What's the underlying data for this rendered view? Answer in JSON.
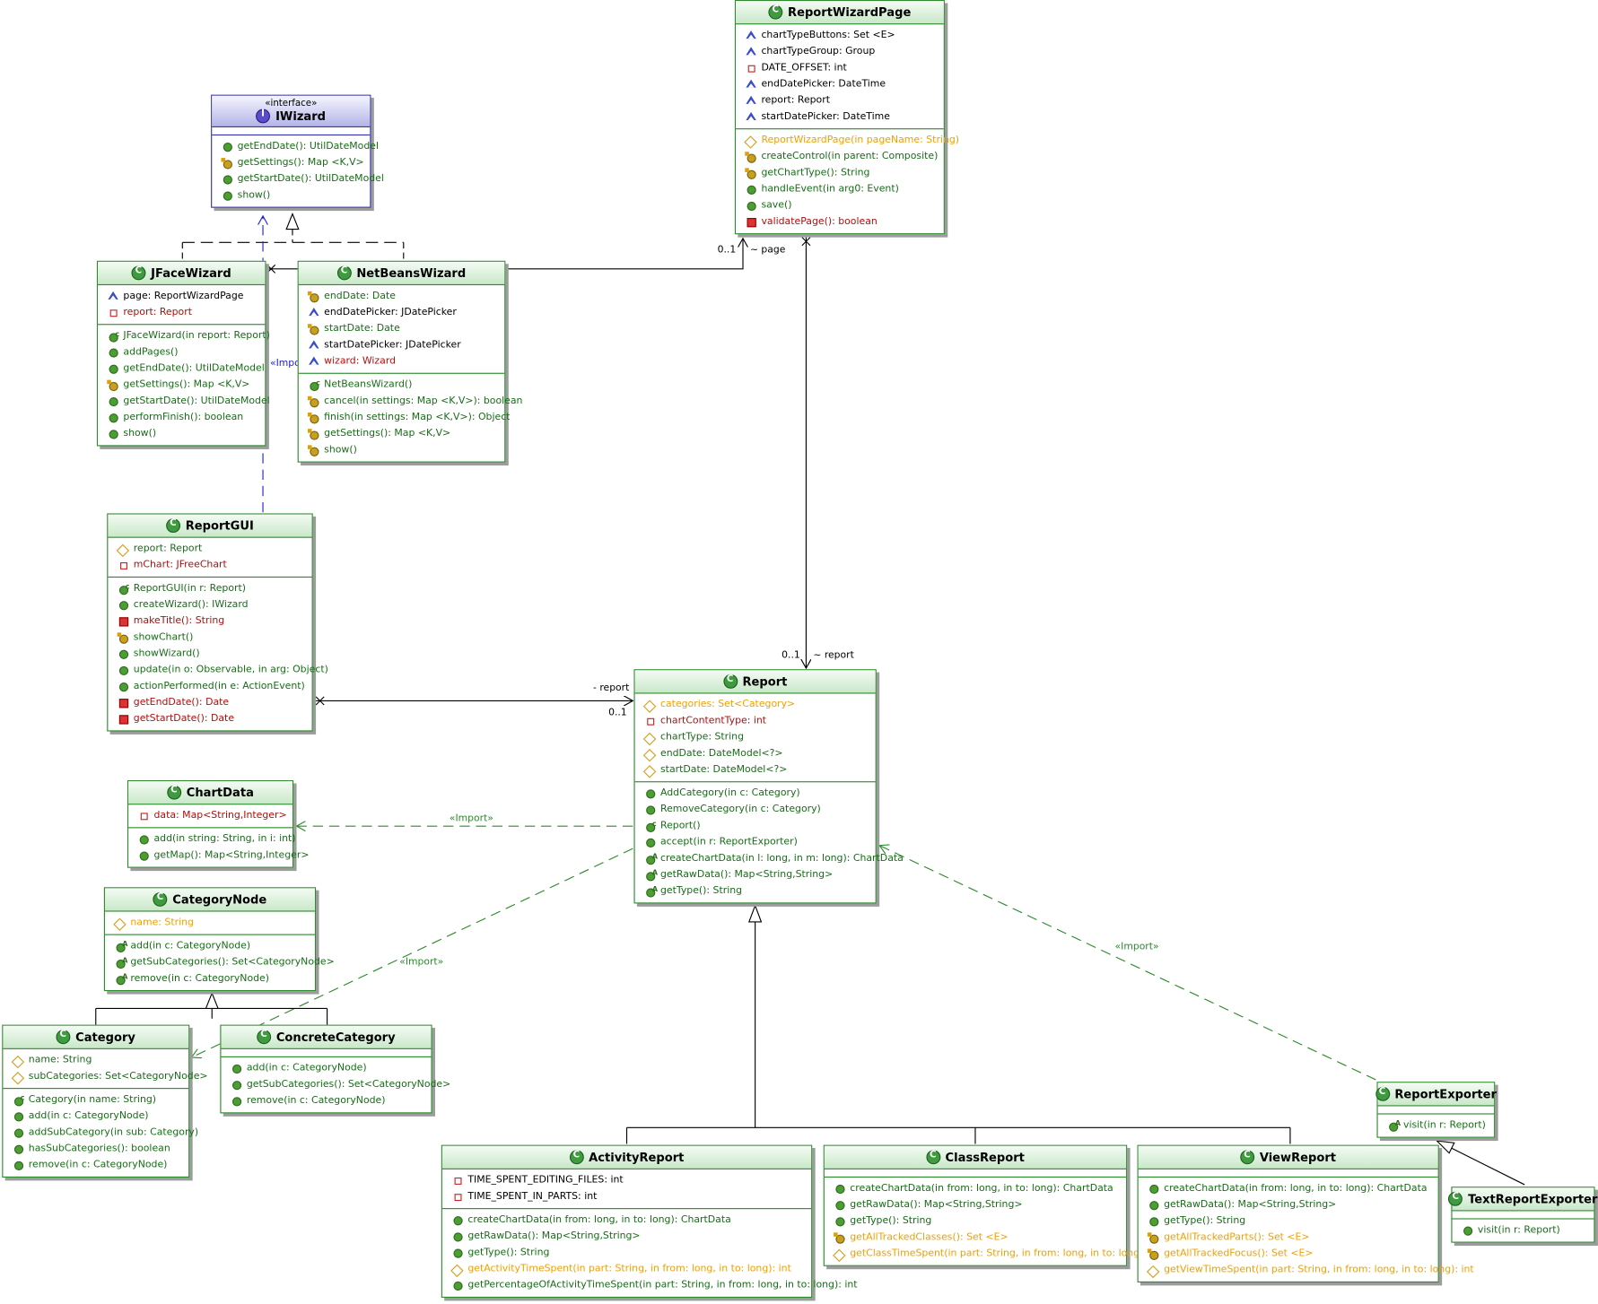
{
  "colors": {
    "class_border": "#2d8a2d",
    "interface_border": "#3333aa",
    "operation_text": "#1a6b1a",
    "protected_text": "#f0a000",
    "private_text": "#aa1111",
    "dependency_line": "#2d8a2d",
    "call_line": "#2222cc"
  },
  "classes": [
    {
      "id": "iwizard",
      "name": "IWizard",
      "stereotype": "«interface»",
      "kind": "interface",
      "attributes": [],
      "operations": [
        {
          "text": "getEndDate(): UtilDateModel",
          "icon": "public-method",
          "style": "op"
        },
        {
          "text": "getSettings(): Map <K,V>",
          "icon": "override-method",
          "style": "op"
        },
        {
          "text": "getStartDate(): UtilDateModel",
          "icon": "public-method",
          "style": "op"
        },
        {
          "text": "show()",
          "icon": "public-method",
          "style": "op"
        }
      ]
    },
    {
      "id": "reportwizardpage",
      "name": "ReportWizardPage",
      "stereotype": "",
      "kind": "class",
      "attributes": [
        {
          "text": "chartTypeButtons: Set <E>",
          "icon": "package-field",
          "style": "attr"
        },
        {
          "text": "chartTypeGroup: Group",
          "icon": "package-field",
          "style": "attr"
        },
        {
          "text": "DATE_OFFSET: int",
          "icon": "private-field",
          "style": "attr"
        },
        {
          "text": "endDatePicker: DateTime",
          "icon": "package-field",
          "style": "attr"
        },
        {
          "text": "report: Report",
          "icon": "package-field",
          "style": "attr"
        },
        {
          "text": "startDatePicker: DateTime",
          "icon": "package-field",
          "style": "attr"
        }
      ],
      "operations": [
        {
          "text": "ReportWizardPage(in pageName: String)",
          "icon": "protected-method",
          "style": "warn"
        },
        {
          "text": "createControl(in parent: Composite)",
          "icon": "override-method",
          "style": "op"
        },
        {
          "text": "getChartType(): String",
          "icon": "override-method",
          "style": "op"
        },
        {
          "text": "handleEvent(in arg0: Event)",
          "icon": "public-method",
          "style": "op"
        },
        {
          "text": "save()",
          "icon": "public-method",
          "style": "op"
        },
        {
          "text": "validatePage(): boolean",
          "icon": "private-method",
          "style": "priv"
        }
      ]
    },
    {
      "id": "jfacewizard",
      "name": "JFaceWizard",
      "stereotype": "",
      "kind": "class",
      "attributes": [
        {
          "text": "page: ReportWizardPage",
          "icon": "package-field",
          "style": "attr"
        },
        {
          "text": "report: Report",
          "icon": "private-field",
          "style": "priv"
        }
      ],
      "operations": [
        {
          "text": "JFaceWizard(in report: Report)",
          "icon": "constructor",
          "style": "op"
        },
        {
          "text": "addPages()",
          "icon": "public-method",
          "style": "op"
        },
        {
          "text": "getEndDate(): UtilDateModel",
          "icon": "public-method",
          "style": "op"
        },
        {
          "text": "getSettings(): Map <K,V>",
          "icon": "override-method",
          "style": "op"
        },
        {
          "text": "getStartDate(): UtilDateModel",
          "icon": "public-method",
          "style": "op"
        },
        {
          "text": "performFinish(): boolean",
          "icon": "public-method",
          "style": "op"
        },
        {
          "text": "show()",
          "icon": "public-method",
          "style": "op"
        }
      ]
    },
    {
      "id": "netbeanswizard",
      "name": "NetBeansWizard",
      "stereotype": "",
      "kind": "class",
      "attributes": [
        {
          "text": "endDate: Date",
          "icon": "override-method",
          "style": "op"
        },
        {
          "text": "endDatePicker: JDatePicker",
          "icon": "package-field",
          "style": "attr"
        },
        {
          "text": "startDate: Date",
          "icon": "override-method",
          "style": "op"
        },
        {
          "text": "startDatePicker: JDatePicker",
          "icon": "package-field",
          "style": "attr"
        },
        {
          "text": "wizard: Wizard",
          "icon": "package-field",
          "style": "priv"
        }
      ],
      "operations": [
        {
          "text": "NetBeansWizard()",
          "icon": "constructor",
          "style": "op"
        },
        {
          "text": "cancel(in settings: Map <K,V>): boolean",
          "icon": "override-method",
          "style": "op"
        },
        {
          "text": "finish(in settings: Map <K,V>): Object",
          "icon": "override-method",
          "style": "op"
        },
        {
          "text": "getSettings(): Map <K,V>",
          "icon": "override-method",
          "style": "op"
        },
        {
          "text": "show()",
          "icon": "override-method",
          "style": "op"
        }
      ]
    },
    {
      "id": "reportgui",
      "name": "ReportGUI",
      "stereotype": "",
      "kind": "class",
      "attributes": [
        {
          "text": "report: Report",
          "icon": "protected-field",
          "style": "op"
        },
        {
          "text": "mChart: JFreeChart",
          "icon": "private-field",
          "style": "priv"
        }
      ],
      "operations": [
        {
          "text": "ReportGUI(in r: Report)",
          "icon": "constructor",
          "style": "op"
        },
        {
          "text": "createWizard(): IWizard",
          "icon": "public-method",
          "style": "op"
        },
        {
          "text": "makeTitle(): String",
          "icon": "private-method",
          "style": "priv"
        },
        {
          "text": "showChart()",
          "icon": "override-method",
          "style": "op"
        },
        {
          "text": "showWizard()",
          "icon": "public-method",
          "style": "op"
        },
        {
          "text": "update(in o: Observable, in arg: Object)",
          "icon": "public-method",
          "style": "op"
        },
        {
          "text": "actionPerformed(in e: ActionEvent)",
          "icon": "public-method",
          "style": "op"
        },
        {
          "text": "getEndDate(): Date",
          "icon": "private-method",
          "style": "priv"
        },
        {
          "text": "getStartDate(): Date",
          "icon": "private-method",
          "style": "priv"
        }
      ]
    },
    {
      "id": "report",
      "name": "Report",
      "stereotype": "",
      "kind": "class",
      "attributes": [
        {
          "text": "categories: Set<Category>",
          "icon": "protected-field",
          "style": "warn"
        },
        {
          "text": "chartContentType: int",
          "icon": "private-field",
          "style": "priv"
        },
        {
          "text": "chartType: String",
          "icon": "protected-field",
          "style": "op"
        },
        {
          "text": "endDate: DateModel<?>",
          "icon": "protected-field",
          "style": "op"
        },
        {
          "text": "startDate: DateModel<?>",
          "icon": "protected-field",
          "style": "op"
        }
      ],
      "operations": [
        {
          "text": "AddCategory(in c: Category)",
          "icon": "public-method",
          "style": "op"
        },
        {
          "text": "RemoveCategory(in c: Category)",
          "icon": "public-method",
          "style": "op"
        },
        {
          "text": "Report()",
          "icon": "constructor",
          "style": "op"
        },
        {
          "text": "accept(in r: ReportExporter)",
          "icon": "public-method",
          "style": "op"
        },
        {
          "text": "createChartData(in l: long, in m: long): ChartData",
          "icon": "abstract-method",
          "style": "op"
        },
        {
          "text": "getRawData(): Map<String,String>",
          "icon": "abstract-method",
          "style": "op"
        },
        {
          "text": "getType(): String",
          "icon": "abstract-method",
          "style": "op"
        }
      ]
    },
    {
      "id": "chartdata",
      "name": "ChartData",
      "stereotype": "",
      "kind": "class",
      "attributes": [
        {
          "text": "data: Map<String,Integer>",
          "icon": "private-field",
          "style": "priv"
        }
      ],
      "operations": [
        {
          "text": "add(in string: String, in i: int)",
          "icon": "public-method",
          "style": "op"
        },
        {
          "text": "getMap(): Map<String,Integer>",
          "icon": "public-method",
          "style": "op"
        }
      ]
    },
    {
      "id": "categorynode",
      "name": "CategoryNode",
      "stereotype": "",
      "kind": "abstract",
      "attributes": [
        {
          "text": "name: String",
          "icon": "protected-field",
          "style": "warn"
        }
      ],
      "operations": [
        {
          "text": "add(in c: CategoryNode)",
          "icon": "abstract-method",
          "style": "op"
        },
        {
          "text": "getSubCategories(): Set<CategoryNode>",
          "icon": "abstract-method",
          "style": "op"
        },
        {
          "text": "remove(in c: CategoryNode)",
          "icon": "abstract-method",
          "style": "op"
        }
      ]
    },
    {
      "id": "category",
      "name": "Category",
      "stereotype": "",
      "kind": "class",
      "attributes": [
        {
          "text": "name: String",
          "icon": "protected-field",
          "style": "op"
        },
        {
          "text": "subCategories: Set<CategoryNode>",
          "icon": "protected-field",
          "style": "op"
        }
      ],
      "operations": [
        {
          "text": "Category(in name: String)",
          "icon": "constructor",
          "style": "op"
        },
        {
          "text": "add(in c: CategoryNode)",
          "icon": "public-method",
          "style": "op"
        },
        {
          "text": "addSubCategory(in sub: Category)",
          "icon": "public-method",
          "style": "op"
        },
        {
          "text": "hasSubCategories(): boolean",
          "icon": "public-method",
          "style": "op"
        },
        {
          "text": "remove(in c: CategoryNode)",
          "icon": "public-method",
          "style": "op"
        }
      ]
    },
    {
      "id": "concretecategory",
      "name": "ConcreteCategory",
      "stereotype": "",
      "kind": "class",
      "attributes": [],
      "operations": [
        {
          "text": "add(in c: CategoryNode)",
          "icon": "public-method",
          "style": "op"
        },
        {
          "text": "getSubCategories(): Set<CategoryNode>",
          "icon": "public-method",
          "style": "op"
        },
        {
          "text": "remove(in c: CategoryNode)",
          "icon": "public-method",
          "style": "op"
        }
      ]
    },
    {
      "id": "activityreport",
      "name": "ActivityReport",
      "stereotype": "",
      "kind": "class",
      "attributes": [
        {
          "text": "TIME_SPENT_EDITING_FILES: int",
          "icon": "private-field",
          "style": "attr"
        },
        {
          "text": "TIME_SPENT_IN_PARTS: int",
          "icon": "private-field",
          "style": "attr"
        }
      ],
      "operations": [
        {
          "text": "createChartData(in from: long, in to: long): ChartData",
          "icon": "public-method",
          "style": "op"
        },
        {
          "text": "getRawData(): Map<String,String>",
          "icon": "public-method",
          "style": "op"
        },
        {
          "text": "getType(): String",
          "icon": "public-method",
          "style": "op"
        },
        {
          "text": "getActivityTimeSpent(in part: String, in from: long, in to: long): int",
          "icon": "protected-method",
          "style": "warn"
        },
        {
          "text": "getPercentageOfActivityTimeSpent(in part: String, in from: long, in to: long): int",
          "icon": "public-method",
          "style": "op"
        }
      ]
    },
    {
      "id": "classreport",
      "name": "ClassReport",
      "stereotype": "",
      "kind": "class",
      "attributes": [],
      "operations": [
        {
          "text": "createChartData(in from: long, in to: long): ChartData",
          "icon": "public-method",
          "style": "op"
        },
        {
          "text": "getRawData(): Map<String,String>",
          "icon": "public-method",
          "style": "op"
        },
        {
          "text": "getType(): String",
          "icon": "public-method",
          "style": "op"
        },
        {
          "text": "getAllTrackedClasses(): Set <E>",
          "icon": "override-method",
          "style": "warn"
        },
        {
          "text": "getClassTimeSpent(in part: String, in from: long, in to: long): int",
          "icon": "protected-method",
          "style": "warn"
        }
      ]
    },
    {
      "id": "viewreport",
      "name": "ViewReport",
      "stereotype": "",
      "kind": "class",
      "attributes": [],
      "operations": [
        {
          "text": "createChartData(in from: long, in to: long): ChartData",
          "icon": "public-method",
          "style": "op"
        },
        {
          "text": "getRawData(): Map<String,String>",
          "icon": "public-method",
          "style": "op"
        },
        {
          "text": "getType(): String",
          "icon": "public-method",
          "style": "op"
        },
        {
          "text": "getAllTrackedParts(): Set <E>",
          "icon": "override-method",
          "style": "warn"
        },
        {
          "text": "getAllTrackedFocus(): Set <E>",
          "icon": "override-method",
          "style": "warn"
        },
        {
          "text": "getViewTimeSpent(in part: String, in from: long, in to: long): int",
          "icon": "protected-method",
          "style": "warn"
        }
      ]
    },
    {
      "id": "reportexporter",
      "name": "ReportExporter",
      "stereotype": "",
      "kind": "abstract",
      "attributes": [],
      "operations": [
        {
          "text": "visit(in r: Report)",
          "icon": "abstract-method",
          "style": "op"
        }
      ]
    },
    {
      "id": "textreportexporter",
      "name": "TextReportExporter",
      "stereotype": "",
      "kind": "class",
      "attributes": [],
      "operations": [
        {
          "text": "visit(in r: Report)",
          "icon": "public-method",
          "style": "op"
        }
      ]
    }
  ],
  "labels": {
    "page_mult": "0..1",
    "page_role": "~ page",
    "report_mult_top": "0..1",
    "report_role_top": "~ report",
    "report_role_gui": "- report",
    "report_mult_gui": "0..1",
    "import_call": "«Import, Call»",
    "import_chartdata": "«Import»",
    "import_category": "«Import»",
    "import_exporter": "«Import»"
  }
}
